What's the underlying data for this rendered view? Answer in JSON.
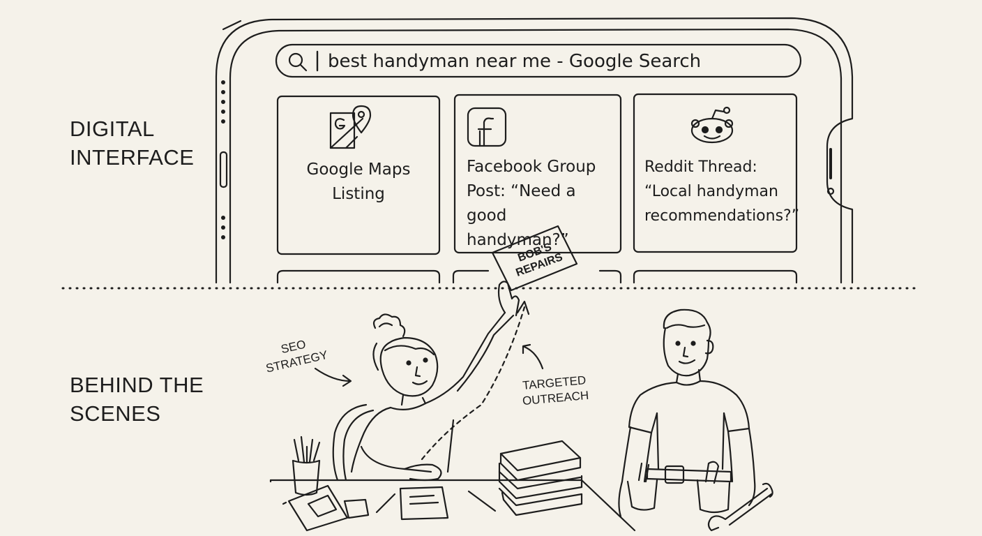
{
  "labels": {
    "digital": [
      "DIGITAL",
      "INTERFACE"
    ],
    "behind": [
      "BEHIND THE",
      "SCENES"
    ]
  },
  "search": {
    "text": "best handyman near me - Google Search"
  },
  "cards": [
    {
      "icon": "google-maps-icon",
      "lines": [
        "Google Maps",
        "Listing"
      ]
    },
    {
      "icon": "facebook-icon",
      "lines": [
        "Facebook Group",
        "Post: “Need a good",
        "handyman?”"
      ]
    },
    {
      "icon": "reddit-icon",
      "lines": [
        "Reddit Thread:",
        "“Local handyman",
        "recommendations?”"
      ]
    }
  ],
  "sign": [
    "BOB'S",
    "REPAIRS"
  ],
  "notes": {
    "seo": [
      "SEO",
      "STRATEGY"
    ],
    "outreach": [
      "TARGETED",
      "OUTREACH"
    ]
  },
  "colors": {
    "paper": "#f5f2ea",
    "ink": "#1d1d1d"
  }
}
